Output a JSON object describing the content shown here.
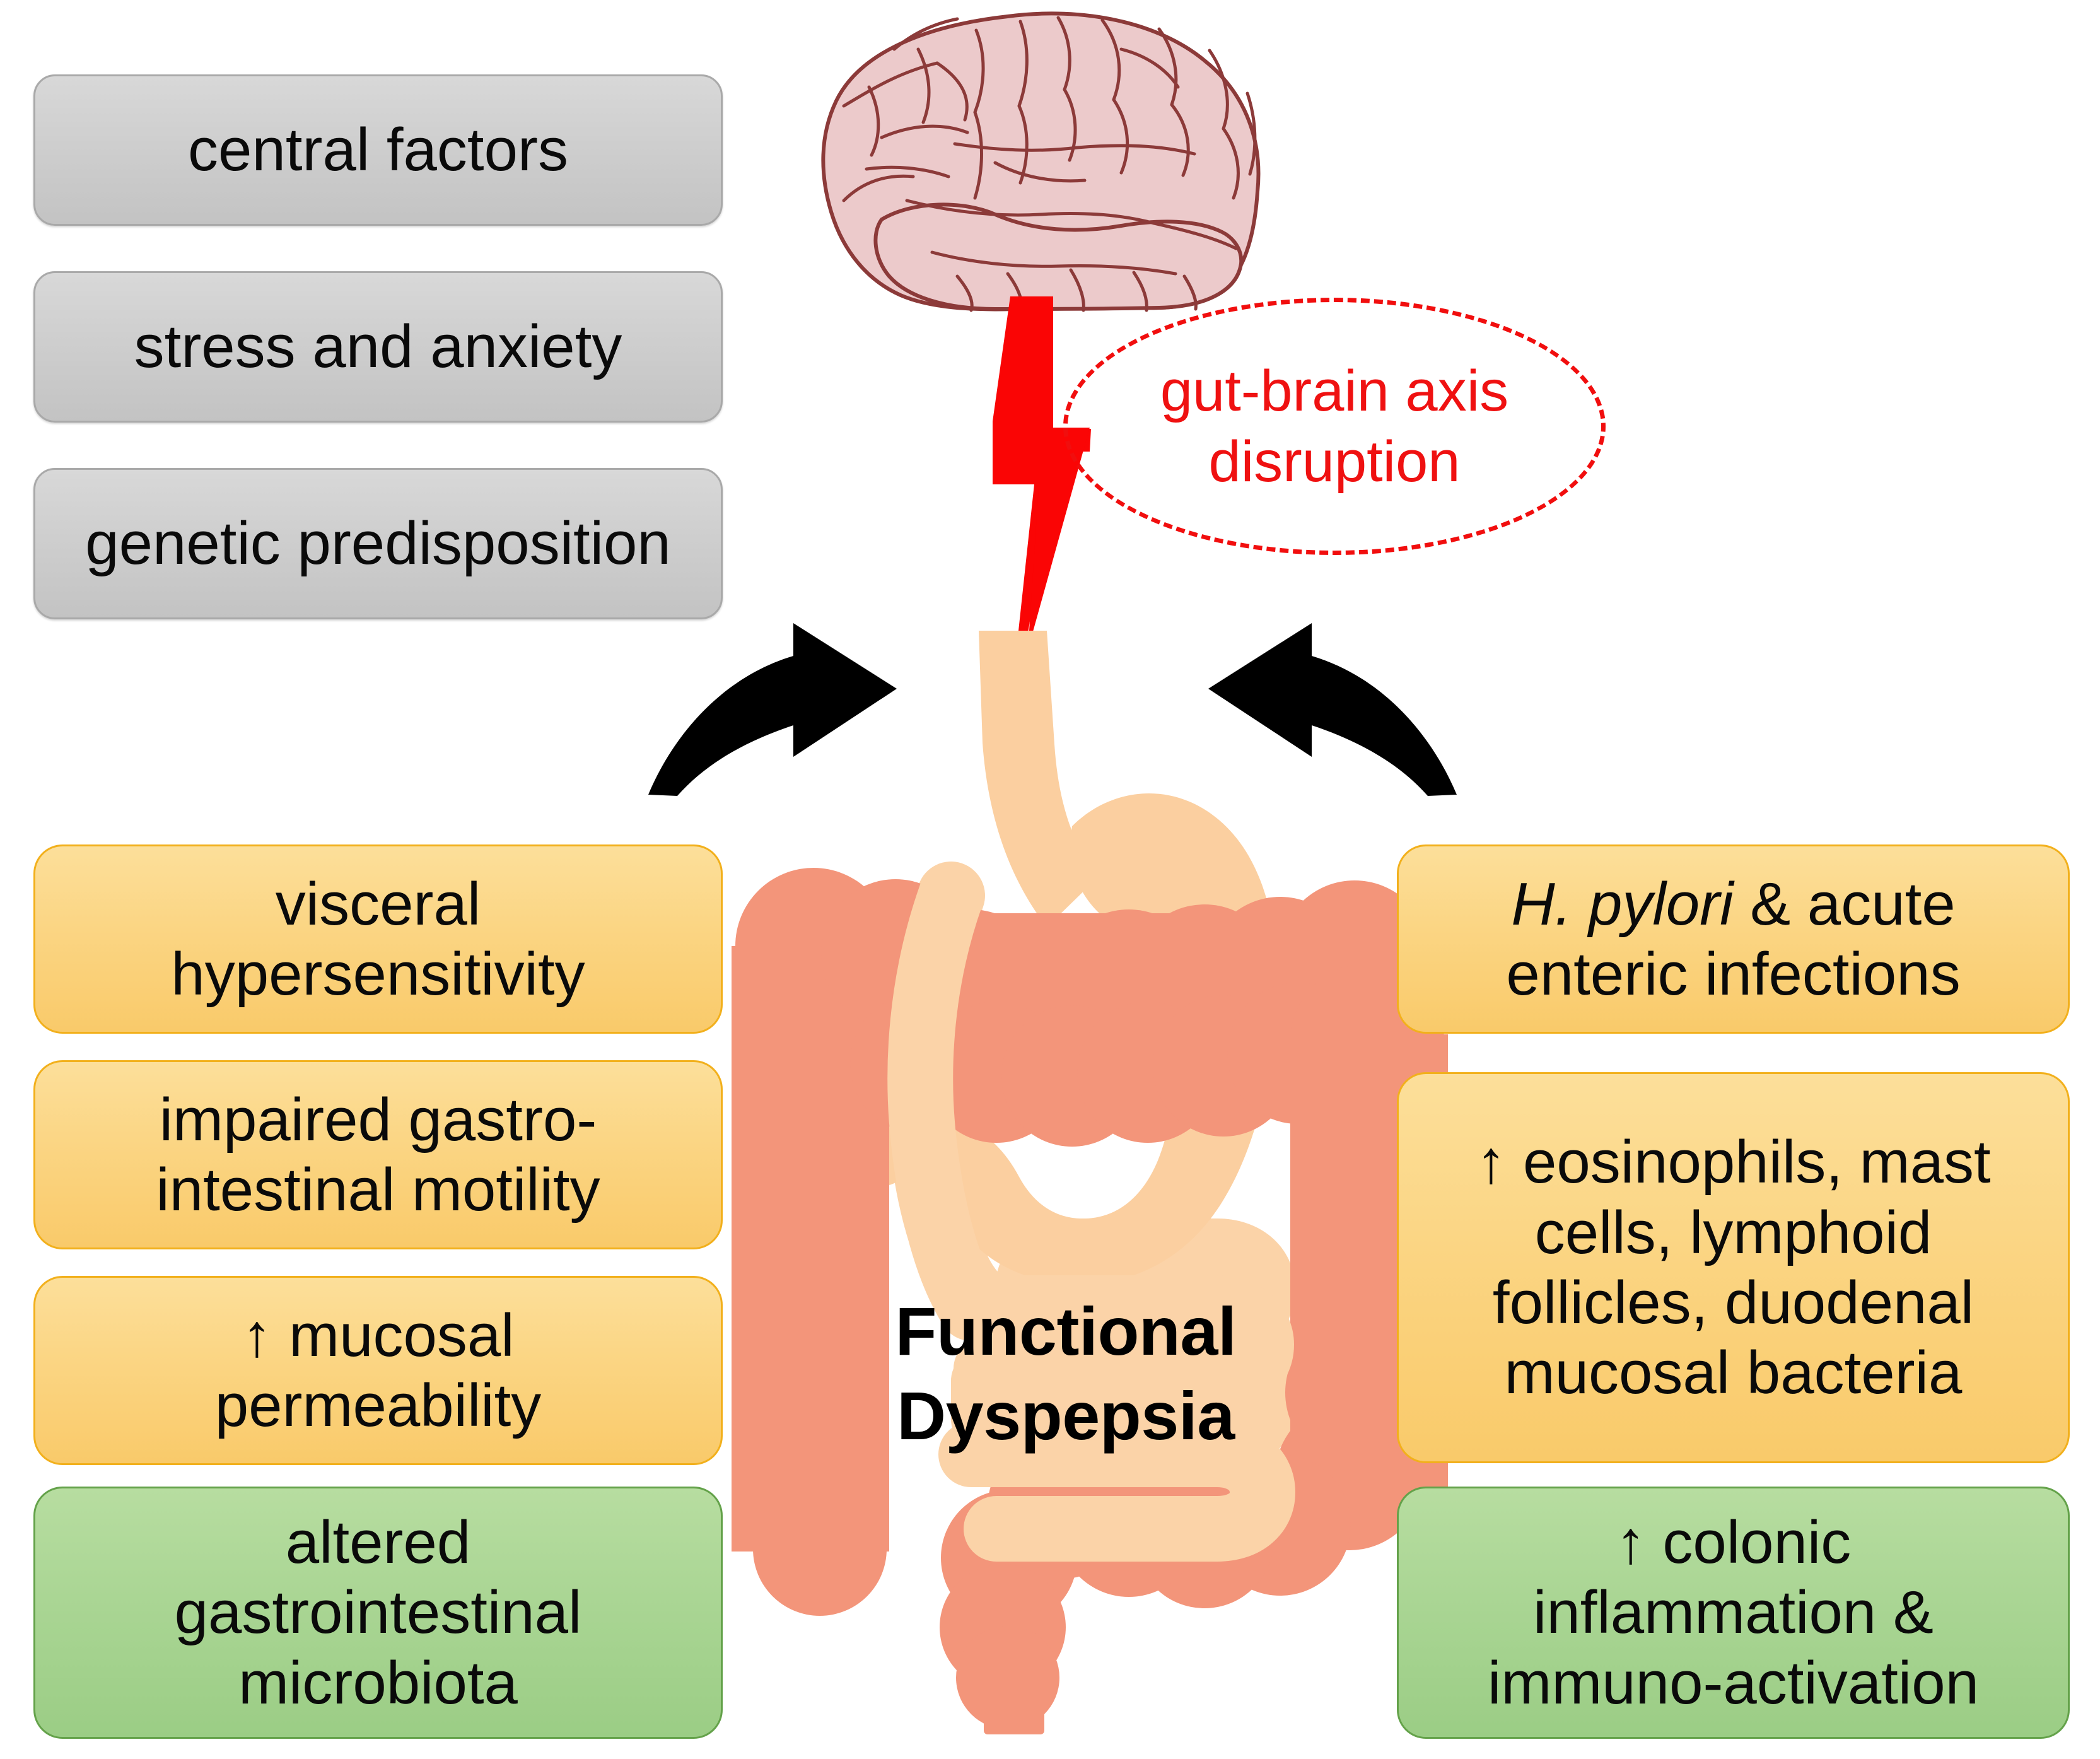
{
  "diagram": {
    "title": "Functional Dyspepsia pathophysiology overview",
    "center_label": "Functional\nDyspepsia",
    "annotation": {
      "text": "gut-brain axis\ndisruption",
      "color": "#ef1111"
    }
  },
  "left_column": {
    "central_group": {
      "color": "#cfcfcf",
      "items": [
        {
          "label": "central factors"
        },
        {
          "label": "stress and anxiety"
        },
        {
          "label": "genetic predisposition"
        }
      ]
    },
    "gut_group": {
      "color": "#fbd583",
      "items": [
        {
          "label": "visceral\nhypersensitivity"
        },
        {
          "label": "impaired gastro-\nintestinal motility"
        },
        {
          "label": "↑ mucosal\npermeability"
        }
      ]
    },
    "microbiota_group": {
      "color": "#a9d593",
      "items": [
        {
          "label": "altered\ngastrointestinal\nmicrobiota"
        }
      ]
    }
  },
  "right_column": {
    "infection_group": {
      "color": "#fbd583",
      "items": [
        {
          "label_italic": "H. pylori",
          "label_rest": " & acute",
          "label_line2": "enteric infections"
        },
        {
          "label": "↑ eosinophils, mast\ncells, lymphoid\nfollicles, duodenal\nmucosal bacteria"
        }
      ]
    },
    "colonic_group": {
      "color": "#a9d593",
      "items": [
        {
          "label": "↑ colonic\ninflammation &\nimmuno-activation"
        }
      ]
    }
  },
  "icons": {
    "brain": {
      "name": "brain-icon",
      "fill": "#eccacb",
      "stroke": "#8c3a39"
    },
    "lightning": {
      "name": "lightning-bolt-icon",
      "fill": "#fa0505"
    },
    "arrow_left": {
      "name": "curved-arrow-right-icon",
      "fill": "#000000"
    },
    "arrow_right": {
      "name": "curved-arrow-left-icon",
      "fill": "#000000"
    },
    "stomach": {
      "name": "stomach-icon",
      "fill": "#fbcfa0"
    },
    "small_intestine": {
      "name": "small-intestine-icon",
      "fill": "#fbd3a8"
    },
    "large_intestine": {
      "name": "large-intestine-icon",
      "fill": "#f3957a"
    }
  }
}
